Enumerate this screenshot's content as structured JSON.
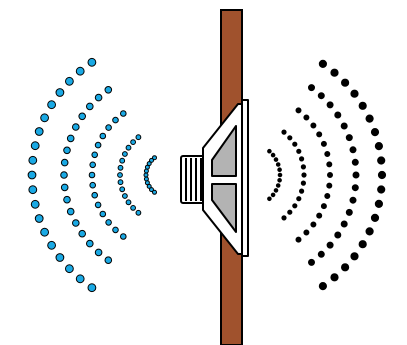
{
  "illustration": {
    "colors": {
      "background": "#ffffff",
      "wall": "#a0522d",
      "outline": "#000000",
      "speaker_fill": "#ffffff",
      "speaker_cone": "#b3b3b3",
      "back_waves": "#1aa9e4",
      "front_waves": "#000000"
    },
    "parts": [
      "wall-panel",
      "speaker",
      "back-sound-waves",
      "front-sound-waves"
    ],
    "back_wave_rings": 5,
    "front_wave_rings": 5
  }
}
